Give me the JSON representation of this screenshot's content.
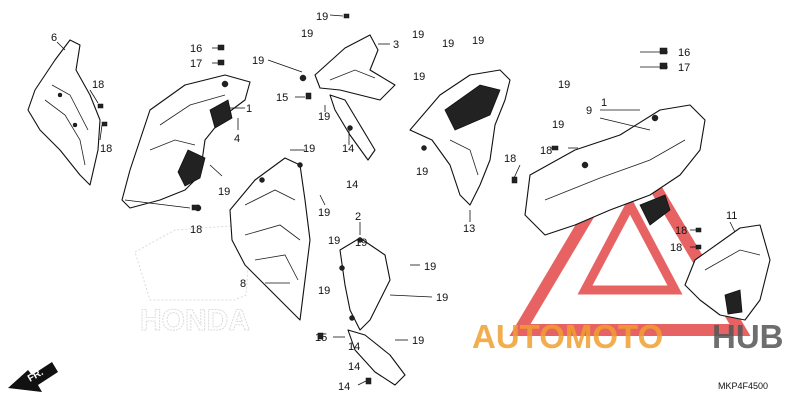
{
  "callouts": {
    "c1": "1",
    "c2": "2",
    "c3": "3",
    "c4": "4",
    "c6": "6",
    "c8": "8",
    "c9": "9",
    "c11": "11",
    "c13": "13",
    "c14": "14",
    "c15": "15",
    "c16": "16",
    "c17": "17",
    "c18": "18",
    "c19": "19"
  },
  "watermark": {
    "auto_moto": "AUTOMOTO",
    "hub": "HUB",
    "brand_color": "#f0a030",
    "hub_color": "#555555",
    "triangle_color": "#e03030"
  },
  "front_arrow": {
    "label": "FR."
  },
  "diagram_code": "MKP4F4500",
  "brand_logo_text": "HONDA"
}
